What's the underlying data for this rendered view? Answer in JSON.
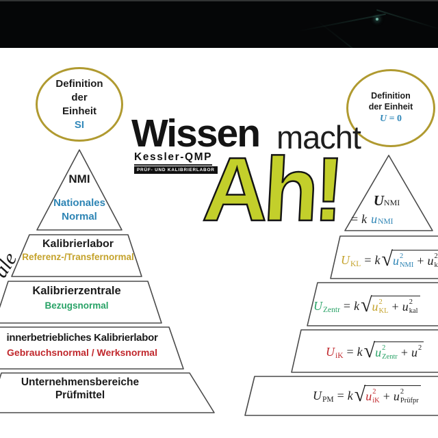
{
  "palette": {
    "accent_blue": "#2d84b4",
    "accent_gold": "#c4a22a",
    "accent_green": "#28a266",
    "accent_red": "#c0272c",
    "ah_green": "#c3cf2b",
    "circle_border": "#b09a30",
    "pyramid_stroke": "#4a4a4a"
  },
  "logo": {
    "word1": "Wissen",
    "word2": "macht",
    "brand": "Kessler-QMP",
    "brand_tagline": "PRÜF- UND KALIBRIERLABOR",
    "exclaim": "Ah!"
  },
  "left_circle": {
    "line1": "Definition",
    "line2": "der",
    "line3": "Einheit",
    "unit": "SI"
  },
  "right_circle": {
    "line1": "Definition",
    "line2": "der Einheit",
    "unit_var": "U",
    "unit_eq": "= 0"
  },
  "side_label": "ale",
  "left_pyramid": {
    "levels": [
      {
        "title": "NMI",
        "subtitle_line1": "Nationales",
        "subtitle_line2": "Normal"
      },
      {
        "title": "Kalibrierlabor",
        "subtitle": "Referenz-/Transfernormal"
      },
      {
        "title": "Kalibrierzentrale",
        "subtitle": "Bezugsnormal"
      },
      {
        "title": "innerbetriebliches Kalibrierlabor",
        "subtitle": "Gebrauchsnormal / Werksnormal"
      },
      {
        "title_line1": "Unternehmensbereiche",
        "title_line2": "Prüfmittel"
      }
    ]
  },
  "right_pyramid": {
    "radical_sign": "√",
    "levels": [
      {
        "U": "U",
        "U_sub": "NMI",
        "eq": "=",
        "k": "k",
        "u": "u",
        "u_sub": "NMI"
      },
      {
        "U": "U",
        "U_sub": "KL",
        "eq": "=",
        "k": "k",
        "t1_u": "u",
        "t1_sup": "2",
        "t1_sub": "NMI",
        "plus": "+",
        "t2_u": "u",
        "t2_sup": "2",
        "t2_sub": "kalKL"
      },
      {
        "U": "U",
        "U_sub": "Zentr",
        "eq": "=",
        "k": "k",
        "t1_u": "u",
        "t1_sup": "2",
        "t1_sub": "KL",
        "plus": "+",
        "t2_u": "u",
        "t2_sup": "2",
        "t2_sub": "kal"
      },
      {
        "U": "U",
        "U_sub": "iK",
        "eq": "=",
        "k": "k",
        "t1_u": "u",
        "t1_sup": "2",
        "t1_sub": "Zentr",
        "plus": "+",
        "t2_u": "u",
        "t2_sup": "2",
        "t2_sub": ""
      },
      {
        "U": "U",
        "U_sub": "PM",
        "eq": "=",
        "k": "k",
        "t1_u": "u",
        "t1_sup": "2",
        "t1_sub": "iK",
        "plus": "+",
        "t2_u": "u",
        "t2_sup": "2",
        "t2_sub": "Prüfpr"
      }
    ]
  }
}
